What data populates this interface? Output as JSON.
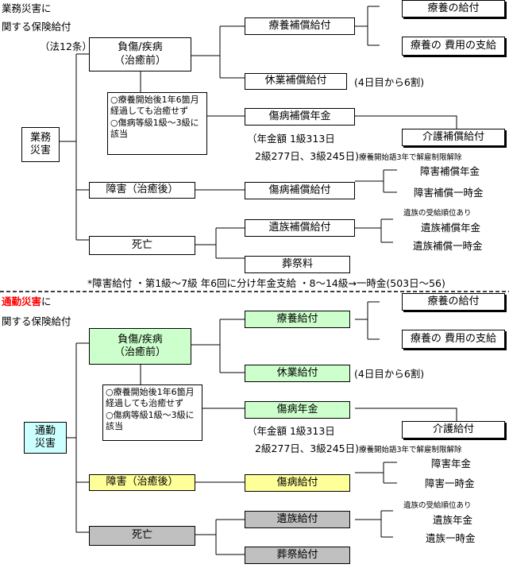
{
  "top": {
    "title_line1": "業務災害に",
    "title_line2": "関する保険給付",
    "law": "（法12条）",
    "root": "業務\n災害",
    "injury": "負傷/疾病\n（治癒前）",
    "condition": "○療養開始後1年6箇月経過しても治癒せず\n○傷病等級1級～3級に該当",
    "ryoyo": "療養補償給付",
    "ryoyo_kyufu": "療養の給付",
    "ryoyo_hiyo": "療養の 費用の支給",
    "kyugyo": "休業補償給付",
    "kyugyo_note": "(4日目から6割)",
    "shobyo_nenkin": "傷病補償年金",
    "kaigo": "介護補償給付",
    "nenkin_note1": "（年金額  1級313日",
    "nenkin_note2": "2級277日、3級245日)",
    "kaijo_note": "療養開始語3年で解雇制限解除",
    "shogai": "障害（治癒後）",
    "shobyo_kyufu": "傷病補償給付",
    "shogai_nenkin": "障害補償年金",
    "shogai_ichiji": "障害補償一時金",
    "shibo": "死亡",
    "izoku": "遺族補償給付",
    "juni_note": "遺族の受給順位あり",
    "izoku_nenkin": "遺族補償年金",
    "izoku_ichiji": "遺族補償一時金",
    "sosai": "葬祭料"
  },
  "footnote": "*障害給付  ・第1級～7級  年6回に分け年金支給  ・8～14級→一時金(503日～56)",
  "bottom": {
    "title_red": "通勤災害",
    "title_rest": "に",
    "title_line2": "関する保険給付",
    "root": "通勤\n災害",
    "injury": "負傷/疾病\n（治癒前）",
    "condition": "○療養開始後1年6箇月経過しても治癒せず\n○傷病等級1級～3級に該当",
    "ryoyo": "療養給付",
    "ryoyo_kyufu": "療養の給付",
    "ryoyo_hiyo": "療養の 費用の支給",
    "kyugyo": "休業給付",
    "kyugyo_note": "(4日目から6割)",
    "shobyo_nenkin": "傷病年金",
    "kaigo": "介護給付",
    "nenkin_note1": "（年金額  1級313日",
    "nenkin_note2": "2級277日、3級245日)",
    "kaijo_note": "療養開始語3年で解雇制限解除",
    "shogai": "障害（治癒後）",
    "shobyo_kyufu": "傷病給付",
    "shogai_nenkin": "障害年金",
    "shogai_ichiji": "障害一時金",
    "shibo": "死亡",
    "izoku": "遺族給付",
    "juni_note": "遺族の受給順位あり",
    "izoku_nenkin": "遺族年金",
    "izoku_ichiji": "遺族一時金",
    "sosai": "葬祭給付"
  },
  "colors": {
    "green": "#ccffcc",
    "yellow": "#ffff99",
    "gray": "#c0c0c0",
    "cyan": "#ccffff",
    "red": "#ff0000"
  }
}
